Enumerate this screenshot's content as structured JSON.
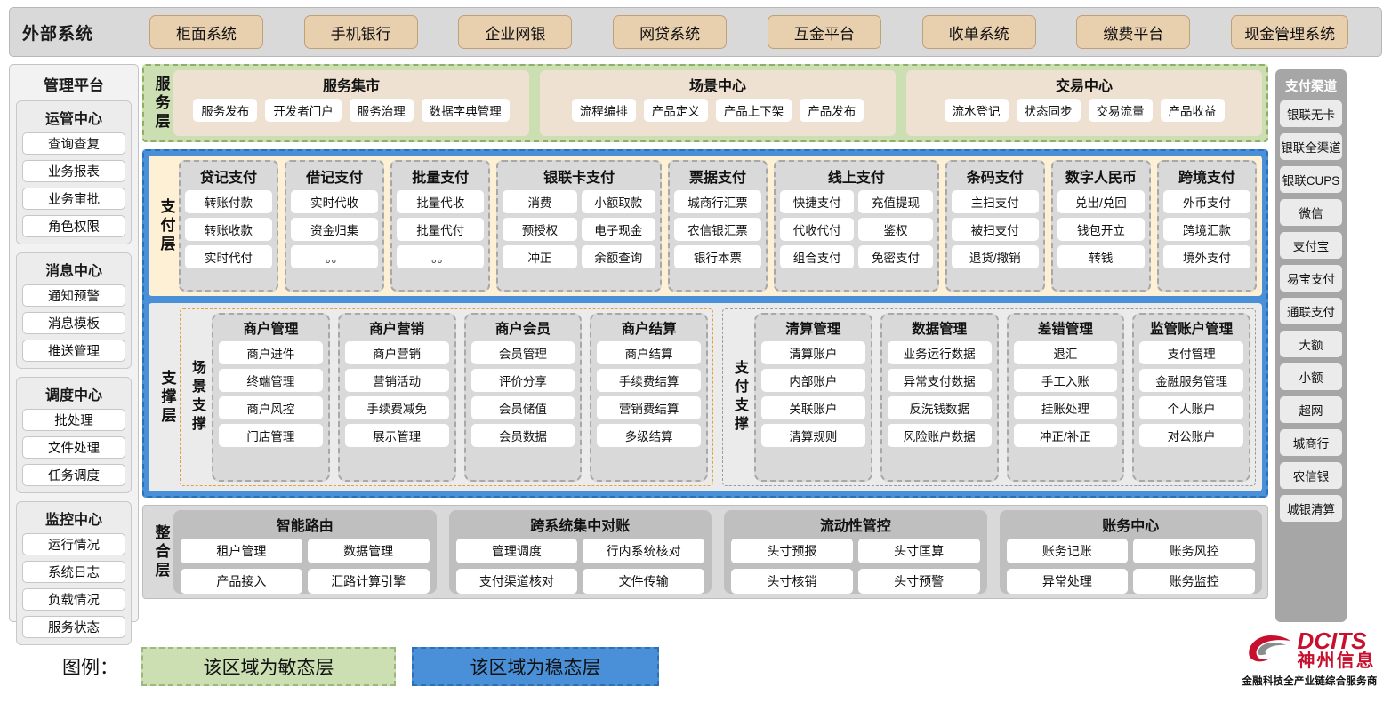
{
  "external": {
    "title": "外部系统",
    "items": [
      "柜面系统",
      "手机银行",
      "企业网银",
      "网贷系统",
      "互金平台",
      "收单系统",
      "缴费平台",
      "现金管理系统"
    ]
  },
  "management": {
    "title": "管理平台",
    "groups": [
      {
        "title": "运管中心",
        "items": [
          "查询查复",
          "业务报表",
          "业务审批",
          "角色权限"
        ]
      },
      {
        "title": "消息中心",
        "items": [
          "通知预警",
          "消息模板",
          "推送管理"
        ]
      },
      {
        "title": "调度中心",
        "items": [
          "批处理",
          "文件处理",
          "任务调度"
        ]
      },
      {
        "title": "监控中心",
        "items": [
          "运行情况",
          "系统日志",
          "负载情况",
          "服务状态"
        ]
      }
    ]
  },
  "channels": {
    "title": "支付渠道",
    "items": [
      "银联无卡",
      "银联全渠道",
      "银联CUPS",
      "微信",
      "支付宝",
      "易宝支付",
      "通联支付",
      "大额",
      "小额",
      "超网",
      "城商行",
      "农信银",
      "城银清算"
    ]
  },
  "service_layer": {
    "label": "服务层",
    "groups": [
      {
        "title": "服务集市",
        "items": [
          "服务发布",
          "开发者门户",
          "服务治理",
          "数据字典管理"
        ]
      },
      {
        "title": "场景中心",
        "items": [
          "流程编排",
          "产品定义",
          "产品上下架",
          "产品发布"
        ]
      },
      {
        "title": "交易中心",
        "items": [
          "流水登记",
          "状态同步",
          "交易流量",
          "产品收益"
        ]
      }
    ]
  },
  "payment_layer": {
    "label": "支付层",
    "columns": [
      {
        "title": "贷记支付",
        "cols": 1,
        "items": [
          "转账付款",
          "转账收款",
          "实时代付"
        ]
      },
      {
        "title": "借记支付",
        "cols": 1,
        "items": [
          "实时代收",
          "资金归集",
          "。。"
        ]
      },
      {
        "title": "批量支付",
        "cols": 1,
        "items": [
          "批量代收",
          "批量代付",
          "。。"
        ]
      },
      {
        "title": "银联卡支付",
        "cols": 2,
        "items": [
          "消费",
          "小额取款",
          "预授权",
          "电子现金",
          "冲正",
          "余额查询"
        ]
      },
      {
        "title": "票据支付",
        "cols": 1,
        "items": [
          "城商行汇票",
          "农信银汇票",
          "银行本票"
        ]
      },
      {
        "title": "线上支付",
        "cols": 2,
        "items": [
          "快捷支付",
          "充值提现",
          "代收代付",
          "鉴权",
          "组合支付",
          "免密支付"
        ]
      },
      {
        "title": "条码支付",
        "cols": 1,
        "items": [
          "主扫支付",
          "被扫支付",
          "退货/撤销"
        ]
      },
      {
        "title": "数字人民币",
        "cols": 1,
        "items": [
          "兑出/兑回",
          "钱包开立",
          "转钱"
        ]
      },
      {
        "title": "跨境支付",
        "cols": 1,
        "items": [
          "外币支付",
          "跨境汇款",
          "境外支付"
        ]
      }
    ]
  },
  "support_layer": {
    "label": "支撑层",
    "scene": {
      "label": "场景支撑",
      "columns": [
        {
          "title": "商户管理",
          "items": [
            "商户进件",
            "终端管理",
            "商户风控",
            "门店管理"
          ]
        },
        {
          "title": "商户营销",
          "items": [
            "商户营销",
            "营销活动",
            "手续费减免",
            "展示管理"
          ]
        },
        {
          "title": "商户会员",
          "items": [
            "会员管理",
            "评价分享",
            "会员储值",
            "会员数据"
          ]
        },
        {
          "title": "商户结算",
          "items": [
            "商户结算",
            "手续费结算",
            "营销费结算",
            "多级结算"
          ]
        }
      ]
    },
    "paysupport": {
      "label": "支付支撑",
      "columns": [
        {
          "title": "清算管理",
          "items": [
            "清算账户",
            "内部账户",
            "关联账户",
            "清算规则"
          ]
        },
        {
          "title": "数据管理",
          "items": [
            "业务运行数据",
            "异常支付数据",
            "反洗钱数据",
            "风险账户数据"
          ]
        },
        {
          "title": "差错管理",
          "items": [
            "退汇",
            "手工入账",
            "挂账处理",
            "冲正/补正"
          ]
        },
        {
          "title": "监管账户管理",
          "items": [
            "支付管理",
            "金融服务管理",
            "个人账户",
            "对公账户"
          ]
        }
      ]
    }
  },
  "integration_layer": {
    "label": "整合层",
    "columns": [
      {
        "title": "智能路由",
        "items": [
          "租户管理",
          "数据管理",
          "产品接入",
          "汇路计算引擎"
        ]
      },
      {
        "title": "跨系统集中对账",
        "items": [
          "管理调度",
          "行内系统核对",
          "支付渠道核对",
          "文件传输"
        ]
      },
      {
        "title": "流动性管控",
        "items": [
          "头寸预报",
          "头寸匡算",
          "头寸核销",
          "头寸预警"
        ]
      },
      {
        "title": "账务中心",
        "items": [
          "账务记账",
          "账务风控",
          "异常处理",
          "账务监控"
        ]
      }
    ]
  },
  "legend": {
    "label": "图例：",
    "agile_text": "该区域为敏态层",
    "stable_text": "该区域为稳态层",
    "agile_color": "#ccdfb3",
    "stable_color": "#4a90d9"
  },
  "logo": {
    "en": "DCITS",
    "cn": "神州信息",
    "tagline": "金融科技全产业链综合服务商",
    "color": "#c8102e"
  }
}
